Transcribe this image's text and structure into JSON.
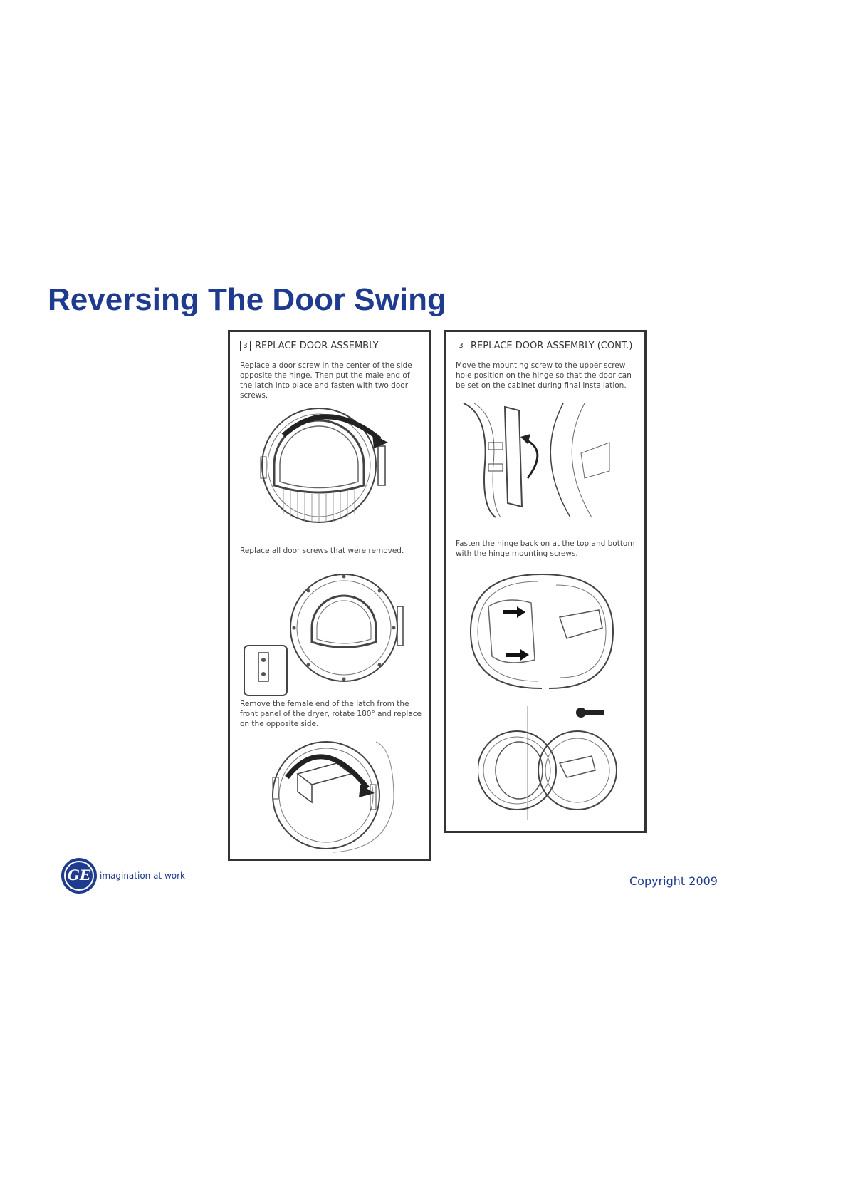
{
  "page": {
    "title": "Reversing The Door Swing",
    "copyright": "Copyright 2009"
  },
  "logo": {
    "letters": "GE",
    "tagline": "imagination at work"
  },
  "panels": [
    {
      "step": "3",
      "heading": "REPLACE DOOR ASSEMBLY",
      "instructions": [
        "Replace a door screw in the center of the side opposite the hinge. Then put the male end of the latch into place and fasten with two door screws.",
        "Replace all door screws that were removed.",
        "Remove the female end of the latch from the front panel of the dryer, rotate 180° and replace on the opposite side."
      ]
    },
    {
      "step": "3",
      "heading": "REPLACE DOOR ASSEMBLY (CONT.)",
      "instructions": [
        "Move the mounting screw to the upper screw hole position on the hinge so that the door can be set on the cabinet during final installation.",
        "Fasten the hinge back on at the top and bottom with the hinge mounting screws."
      ]
    }
  ],
  "colors": {
    "brand_blue": "#1f3b8e",
    "line": "#333333"
  }
}
